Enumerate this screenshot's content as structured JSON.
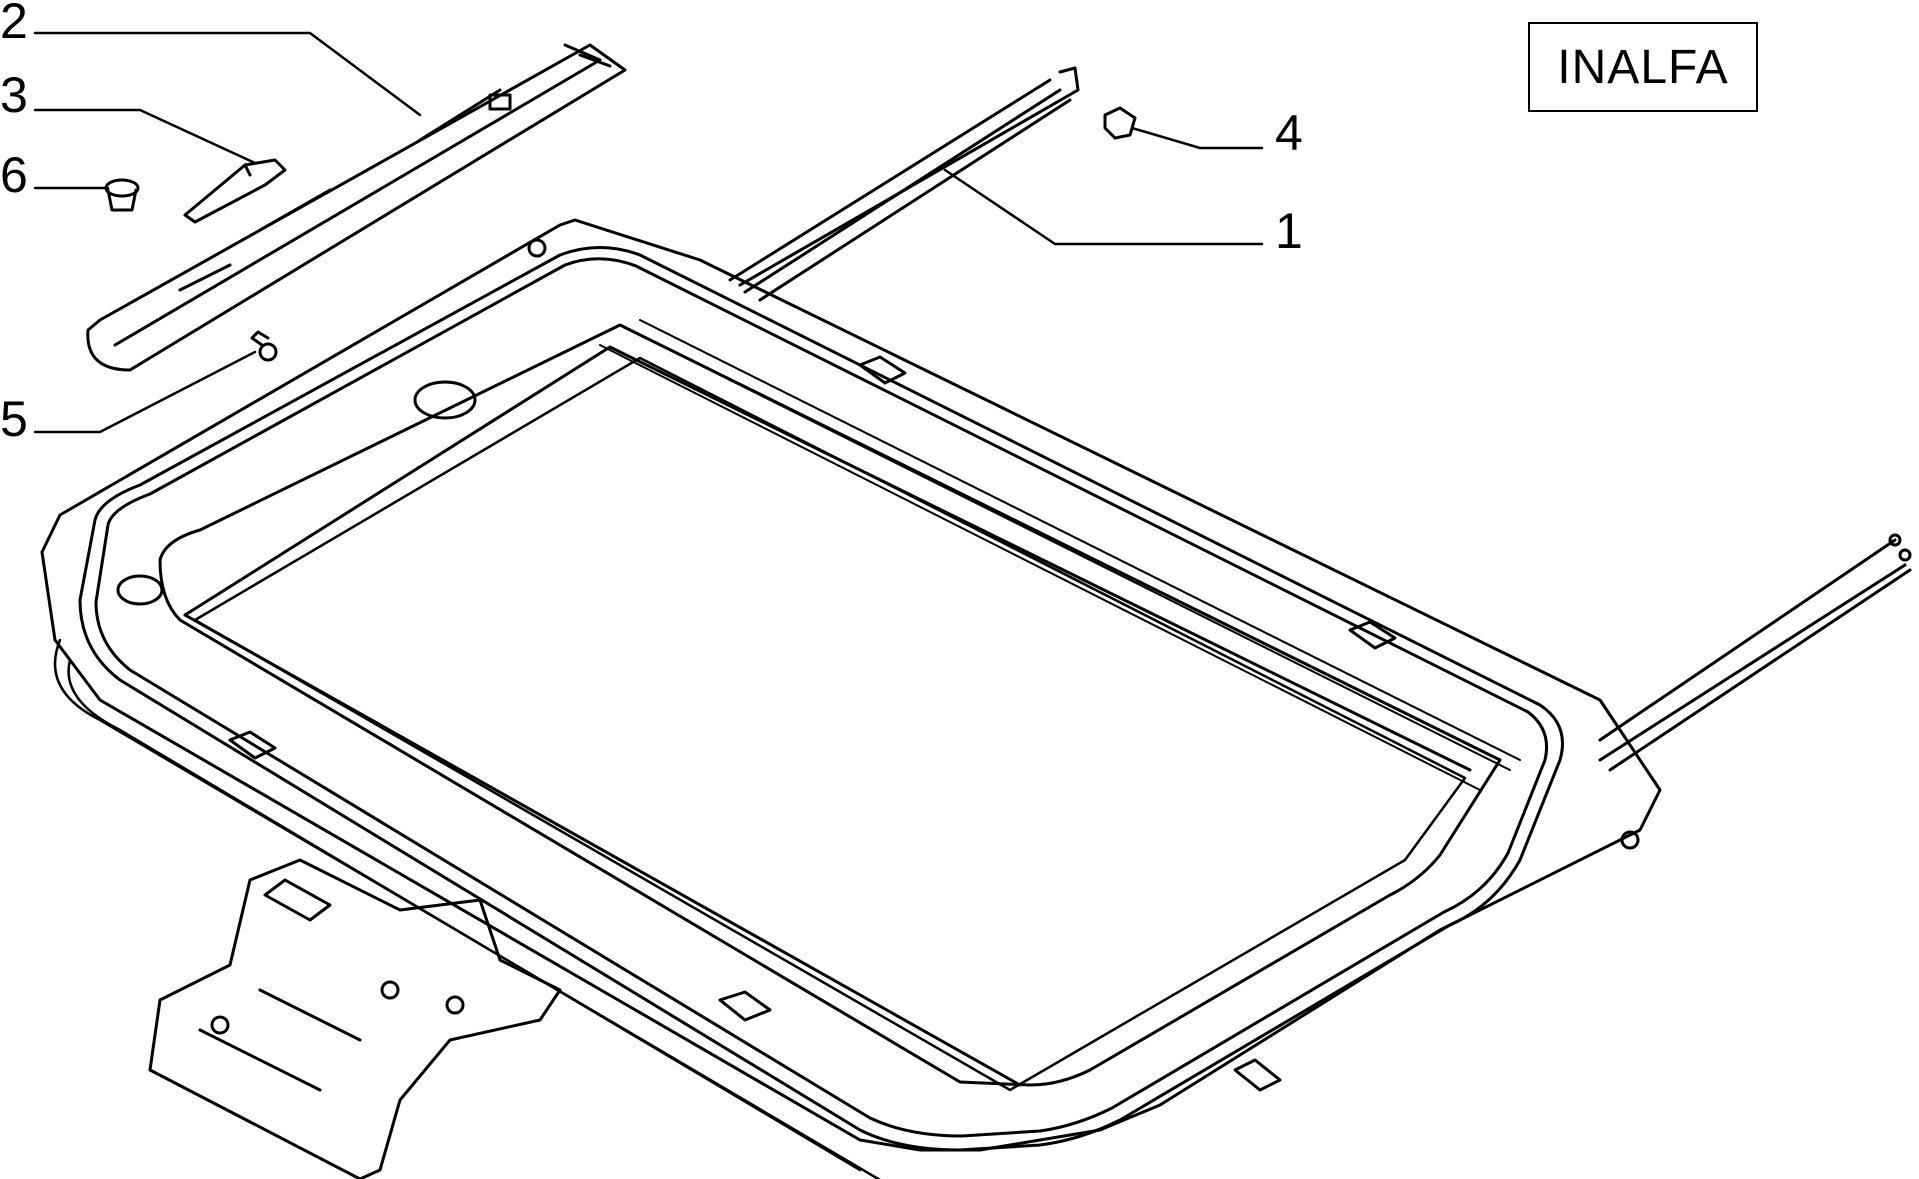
{
  "brand": "INALFA",
  "colors": {
    "line": "#000000",
    "background": "#ffffff"
  },
  "callouts": {
    "c1": "1",
    "c2": "2",
    "c3": "3",
    "c4": "4",
    "c5": "5",
    "c6": "6"
  }
}
